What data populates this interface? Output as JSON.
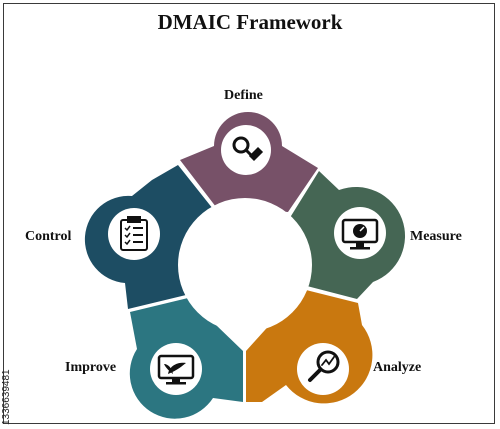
{
  "title": "DMAIC Framework",
  "side_code": "1336639481",
  "stages": [
    {
      "key": "define",
      "label": "Define",
      "color": "#775168",
      "icon": "magnifier-pencil-icon"
    },
    {
      "key": "measure",
      "label": "Measure",
      "color": "#456654",
      "icon": "monitor-gauge-icon"
    },
    {
      "key": "analyze",
      "label": "Analyze",
      "color": "#c9780f",
      "icon": "magnifier-trend-icon"
    },
    {
      "key": "improve",
      "label": "Improve",
      "color": "#2c7681",
      "icon": "monitor-growth-icon"
    },
    {
      "key": "control",
      "label": "Control",
      "color": "#1d4d63",
      "icon": "clipboard-checklist-icon"
    }
  ]
}
